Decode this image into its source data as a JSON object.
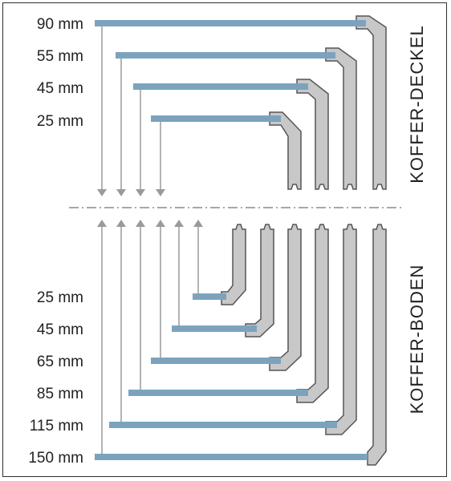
{
  "titles": {
    "lid": "KOFFER-DECKEL",
    "base": "KOFFER-BODEN"
  },
  "lid_sizes": [
    "90 mm",
    "55 mm",
    "45 mm",
    "25 mm"
  ],
  "base_sizes": [
    "25 mm",
    "45 mm",
    "65 mm",
    "85 mm",
    "115 mm",
    "150 mm"
  ],
  "colors": {
    "plate": "#7ca3bd",
    "profile_fill": "#c8c8c8",
    "profile_stroke": "#555555",
    "arrow": "#9a9a9a",
    "centerline": "#8a8a8a",
    "text": "#222222"
  }
}
